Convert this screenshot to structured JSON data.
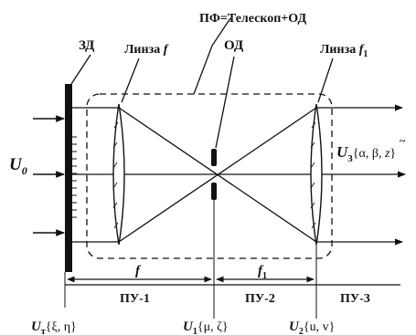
{
  "labels": {
    "pf": "ПФ=Телескоп+ОД",
    "zd": "ЗД",
    "lens1": "Линза ",
    "lens1_var": "f",
    "od": "ОД",
    "lens2": "Линза ",
    "lens2_var": "f",
    "lens2_sub": "1",
    "u0": "U",
    "u0_sub": "0",
    "u3": "U",
    "u3_sub": "3",
    "u3_args": "{α, β, ",
    "u3_z": "z",
    "u3_tilde": "~",
    "u3_close": "}",
    "dim_f": "f",
    "dim_f1": "f",
    "dim_f1_sub": "1",
    "pu1": "ПУ-1",
    "pu2": "ПУ-2",
    "pu3": "ПУ-3",
    "bottom_u_left": "U",
    "bottom_u_left_sub": "т",
    "bottom_u_left_args": "{ξ, η}",
    "bottom_u_mid": "U",
    "bottom_u_mid_sub": "1",
    "bottom_u_mid_args": "{μ, ζ}",
    "bottom_u_right": "U",
    "bottom_u_right_sub": "2",
    "bottom_u_right_args": "{u, v}"
  },
  "colors": {
    "ink": "#111111",
    "background": "#ffffff"
  }
}
